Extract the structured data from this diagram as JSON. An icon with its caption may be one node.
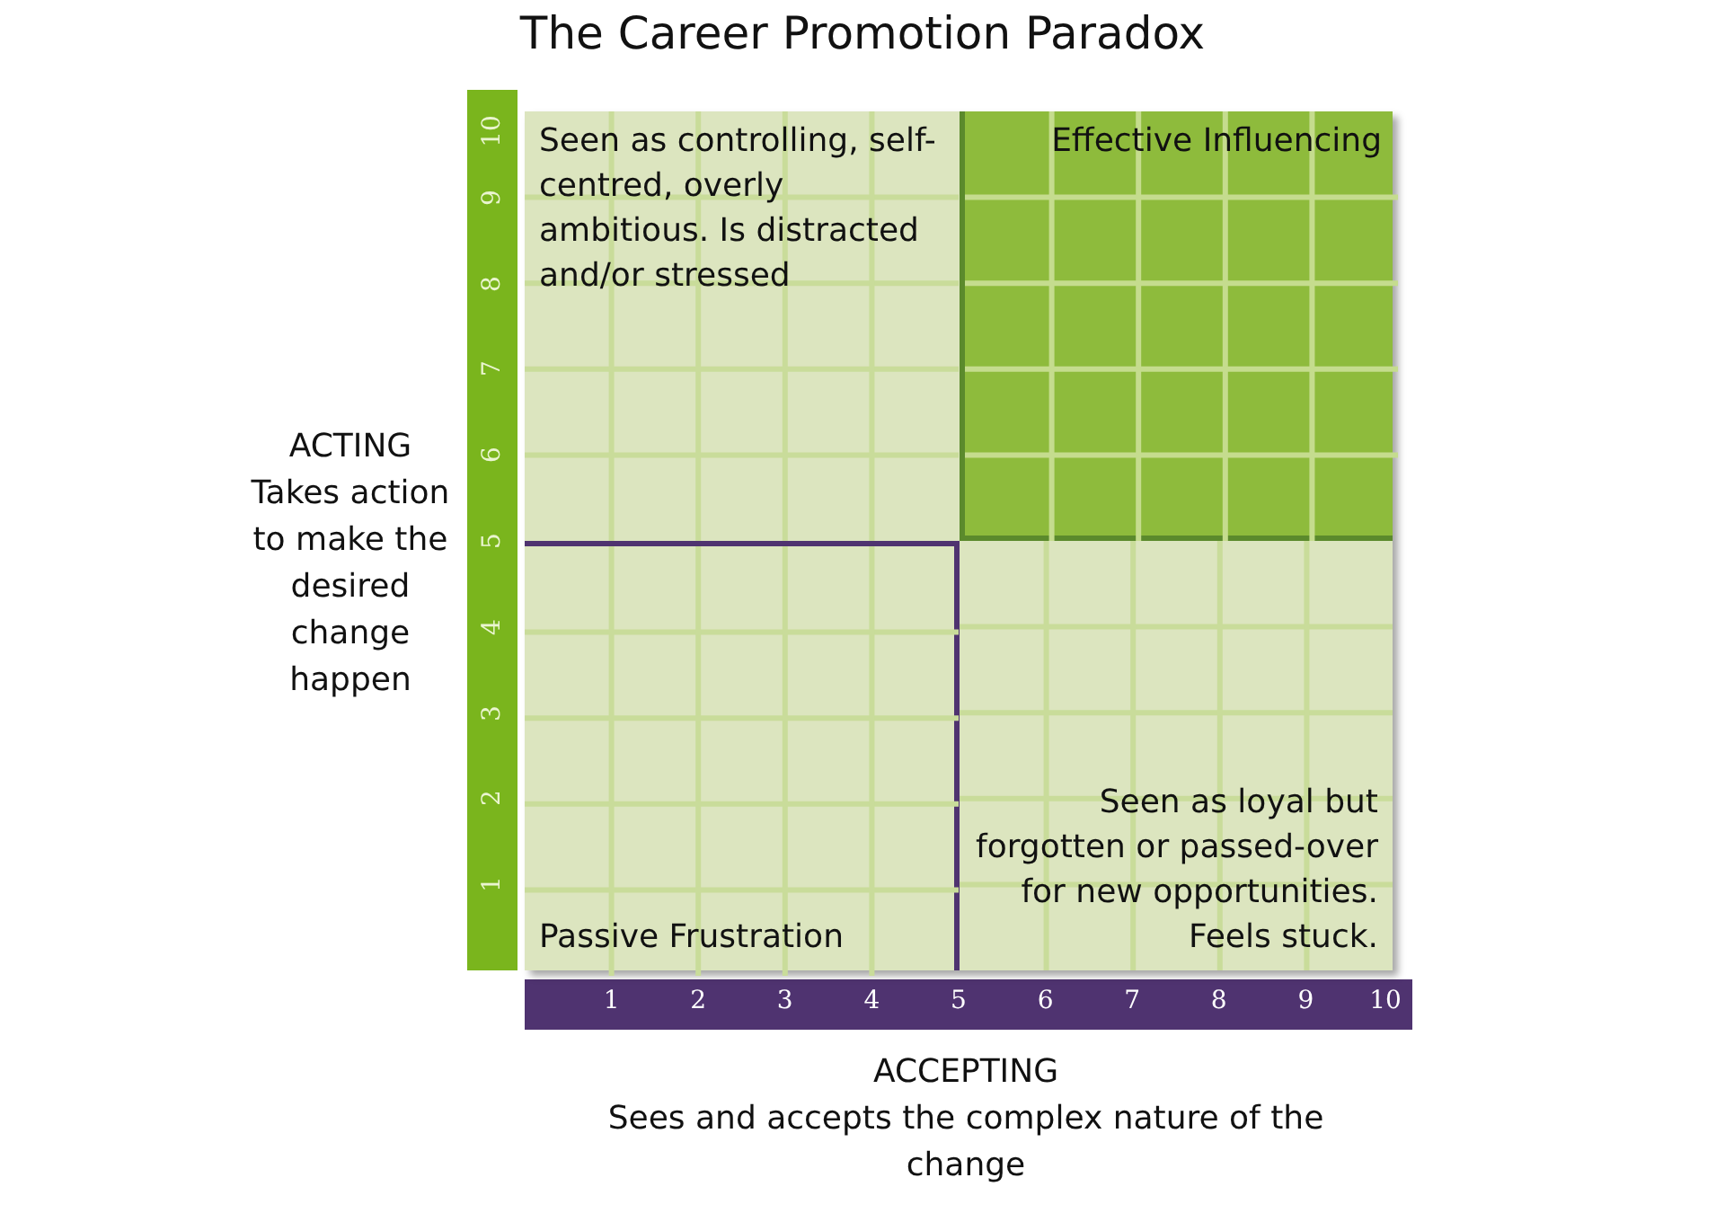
{
  "diagram": {
    "title": "The Career Promotion Paradox",
    "nodes": [
      {
        "text": [
          "Seen as controlling, self-centred, overly ambitious. Is distracted and/or stressed"
        ]
      },
      {
        "text": [
          "Effective Influencing"
        ]
      },
      {
        "text": [
          "Passive Frustration"
        ]
      },
      {
        "text": [
          "Seen as loyal but forgotten or passed-over for new opportunities. Feels stuck."
        ]
      }
    ],
    "edges": [],
    "labels": [
      "ACTING",
      "Takes action to make the desired change happen",
      "ACCEPTING",
      "Sees and accepts the complex nature of the change",
      "10",
      "9",
      "8",
      "7",
      "6",
      "5",
      "4",
      "3",
      "2",
      "1",
      "1",
      "2",
      "3",
      "4",
      "5",
      "6",
      "7",
      "8",
      "9",
      "10"
    ]
  }
}
